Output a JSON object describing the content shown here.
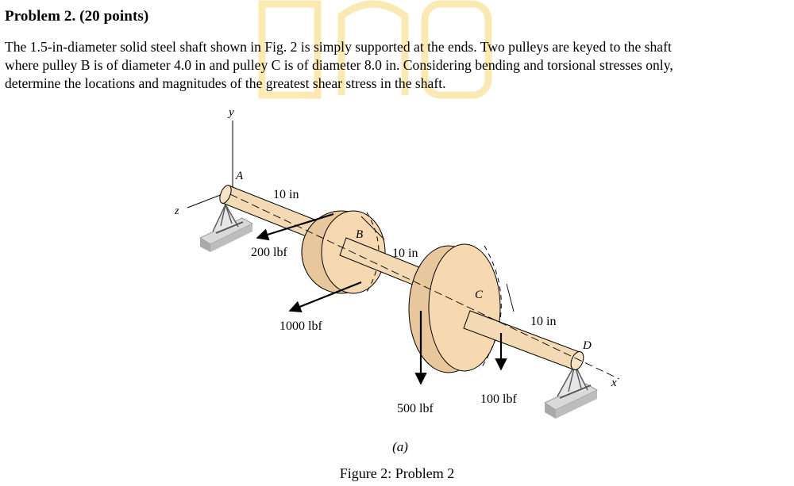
{
  "problem": {
    "title": "Problem 2. (20 points)",
    "lines": [
      "The 1.5-in-diameter solid steel shaft shown in Fig. 2 is simply supported at the ends. Two pulleys are keyed to the shaft",
      "where pulley B is of diameter 4.0 in and pulley C is of diameter 8.0 in. Considering bending and torsional stresses only,",
      "determine the locations and magnitudes of the greatest shear stress in the shaft."
    ]
  },
  "figure": {
    "axis_y": "y",
    "axis_z": "z",
    "axis_x": "x",
    "point_a": "A",
    "point_b": "B",
    "point_c": "C",
    "point_d": "D",
    "dim_ab": "10 in",
    "dim_bc": "10 in",
    "dim_cd": "10 in",
    "force_200": "200 lbf",
    "force_1000": "1000 lbf",
    "force_500": "500 lbf",
    "force_100": "100 lbf",
    "sub_label": "(a)",
    "caption": "Figure 2: Problem 2"
  },
  "colors": {
    "shaft": "#f3d9b4",
    "pulley": "#f6d9b1",
    "support": "#c8c8c8",
    "watermark": "#fbe6a6"
  }
}
